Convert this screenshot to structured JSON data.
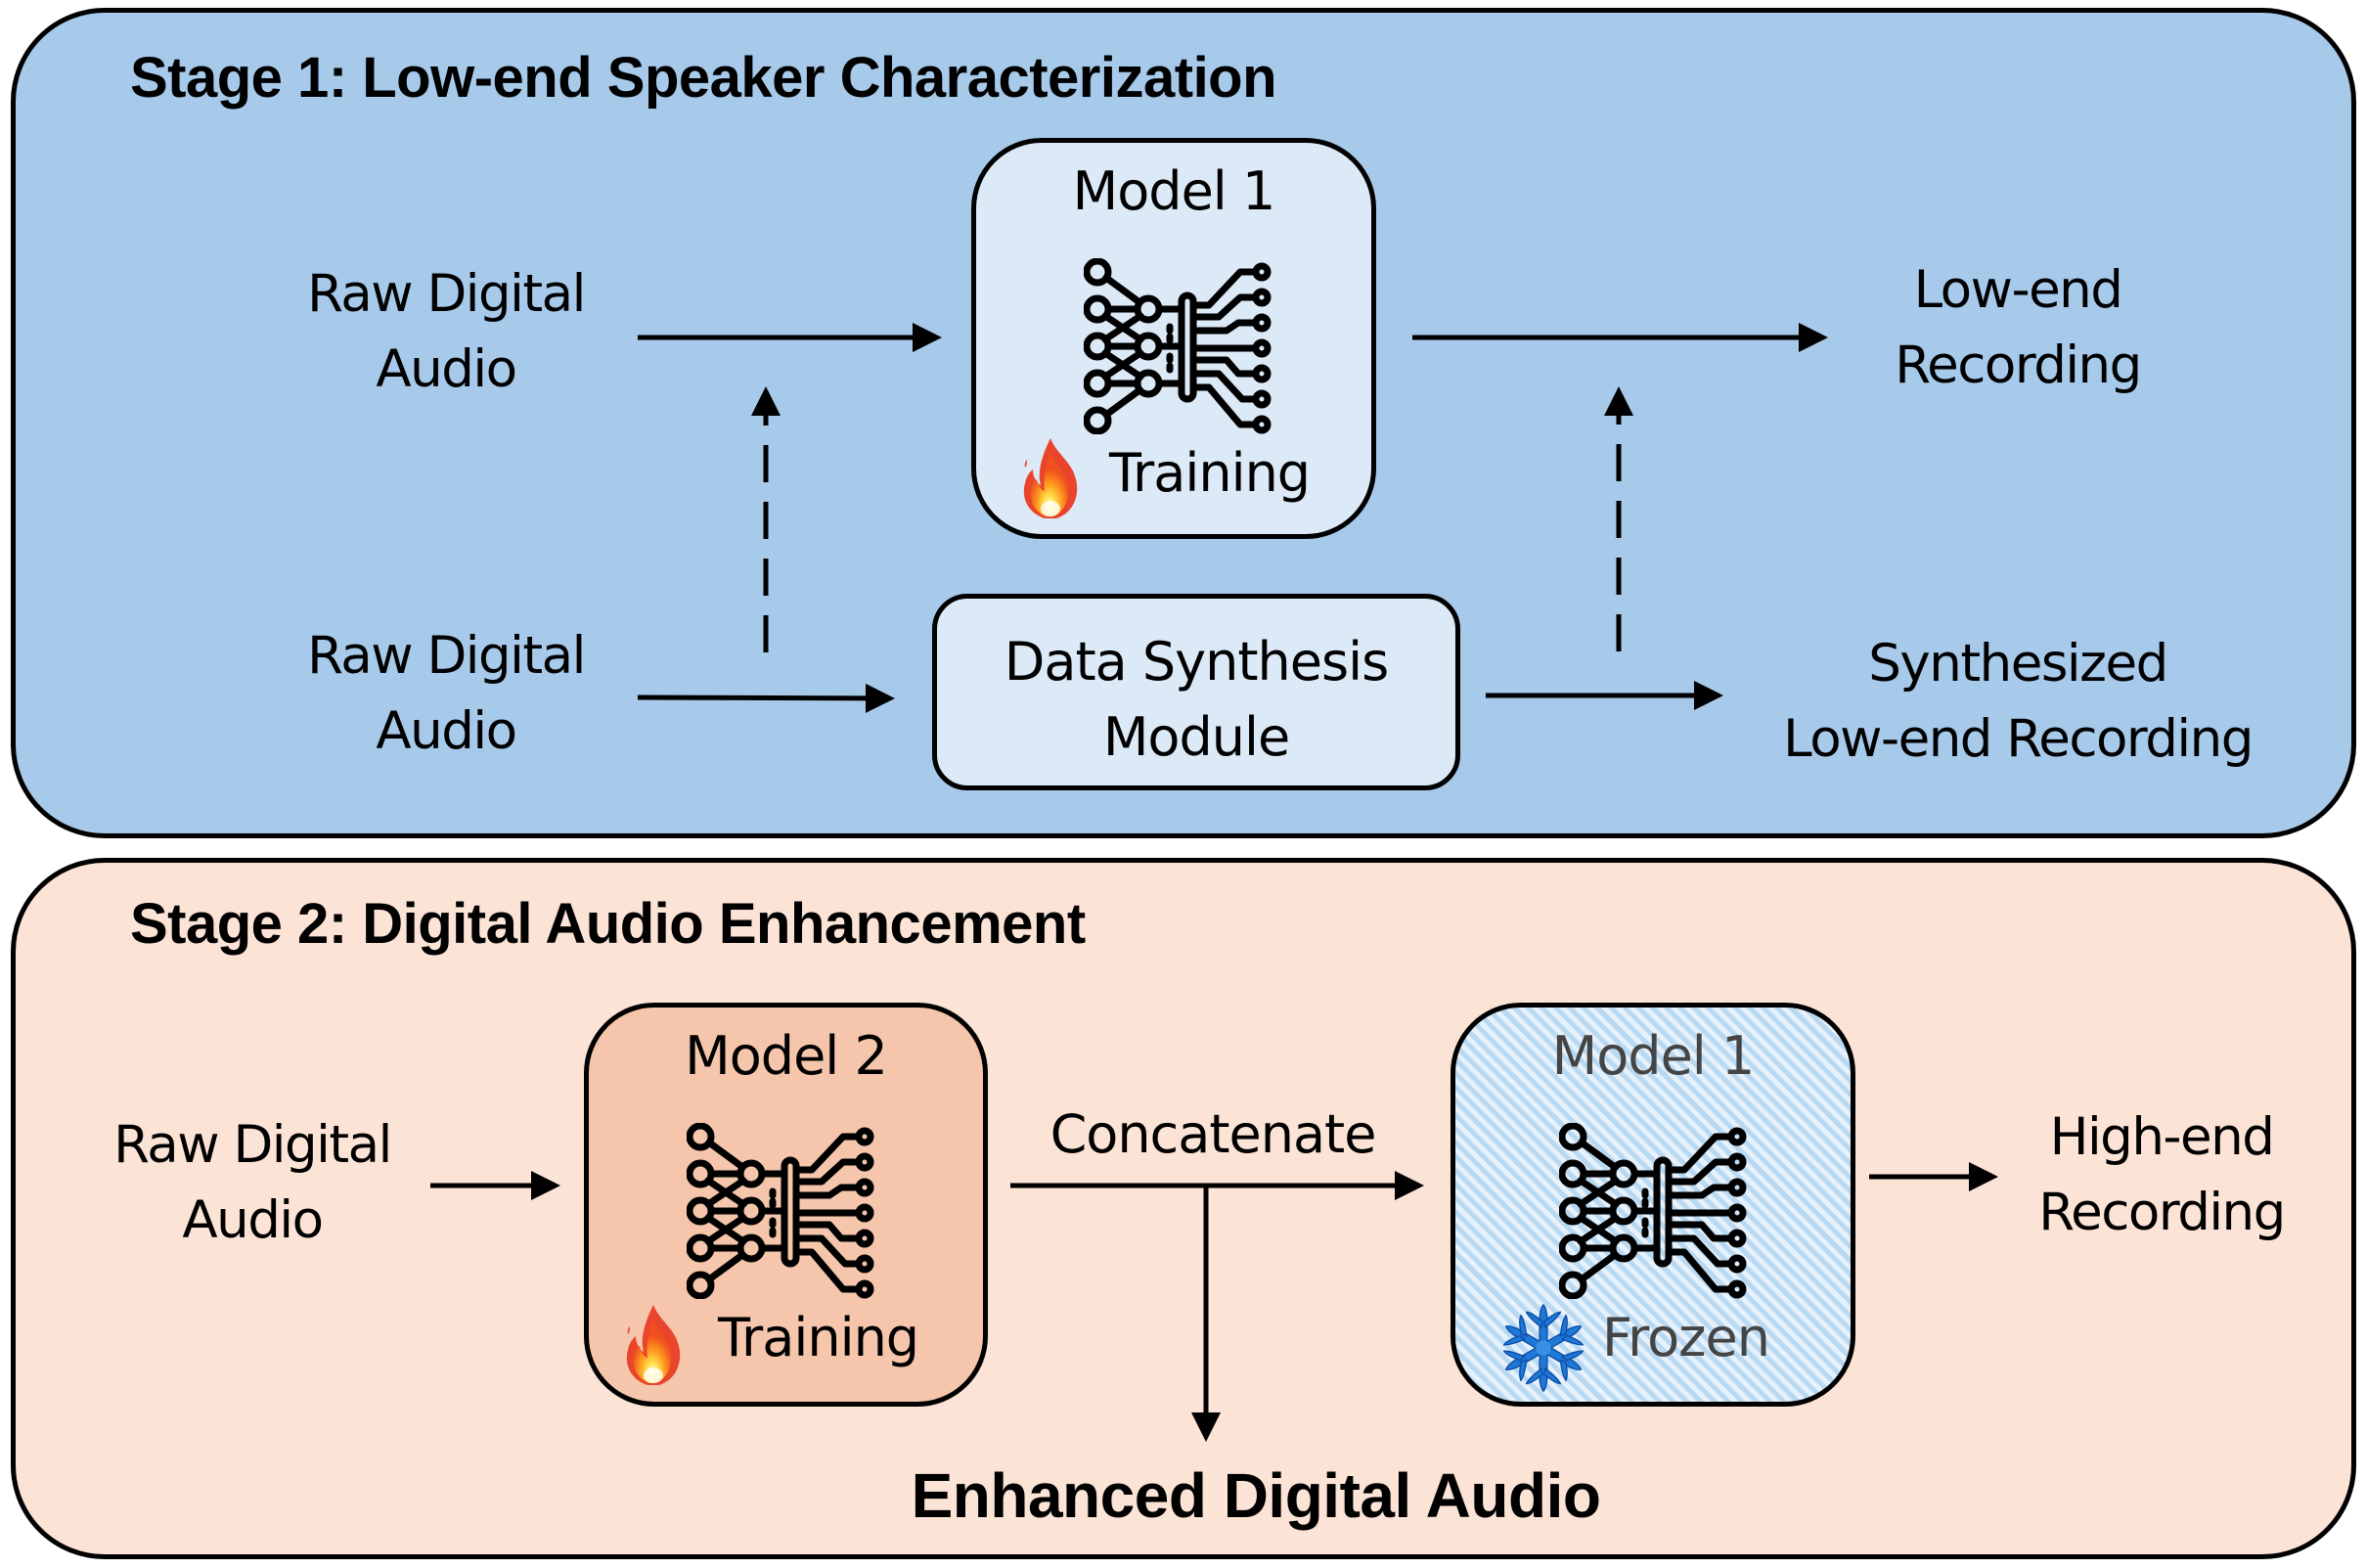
{
  "stage1": {
    "title": "Stage 1: Low-end Speaker Characterization",
    "bg_color": "#A7C9EA",
    "input_top": {
      "line1": "Raw Digital",
      "line2": "Audio"
    },
    "input_bottom": {
      "line1": "Raw Digital",
      "line2": "Audio"
    },
    "model": {
      "title": "Model 1",
      "status": "Training",
      "status_icon": "fire-icon",
      "icon": "neural-network-icon"
    },
    "synthesis_module": {
      "line1": "Data Synthesis",
      "line2": "Module"
    },
    "output_top": {
      "line1": "Low-end",
      "line2": "Recording"
    },
    "output_bottom": {
      "line1": "Synthesized",
      "line2": "Low-end Recording"
    }
  },
  "stage2": {
    "title": "Stage 2: Digital Audio Enhancement",
    "bg_color": "#FBE3D6",
    "input": {
      "line1": "Raw Digital",
      "line2": "Audio"
    },
    "model2": {
      "title": "Model 2",
      "status": "Training",
      "status_icon": "fire-icon",
      "icon": "neural-network-icon"
    },
    "concat_label": "Concatenate",
    "model1": {
      "title": "Model 1",
      "status": "Frozen",
      "status_icon": "snowflake-icon",
      "icon": "neural-network-icon"
    },
    "output": {
      "line1": "High-end",
      "line2": "Recording"
    },
    "enhanced_output": "Enhanced Digital Audio"
  },
  "colors": {
    "stage1_box_fill": "#DCE9F6",
    "model2_fill": "#F5C6AC",
    "frozen_fill": "#E6F1FB",
    "frozen_stripe": "#B8D9F1",
    "snowflake": "#1E78D6"
  }
}
